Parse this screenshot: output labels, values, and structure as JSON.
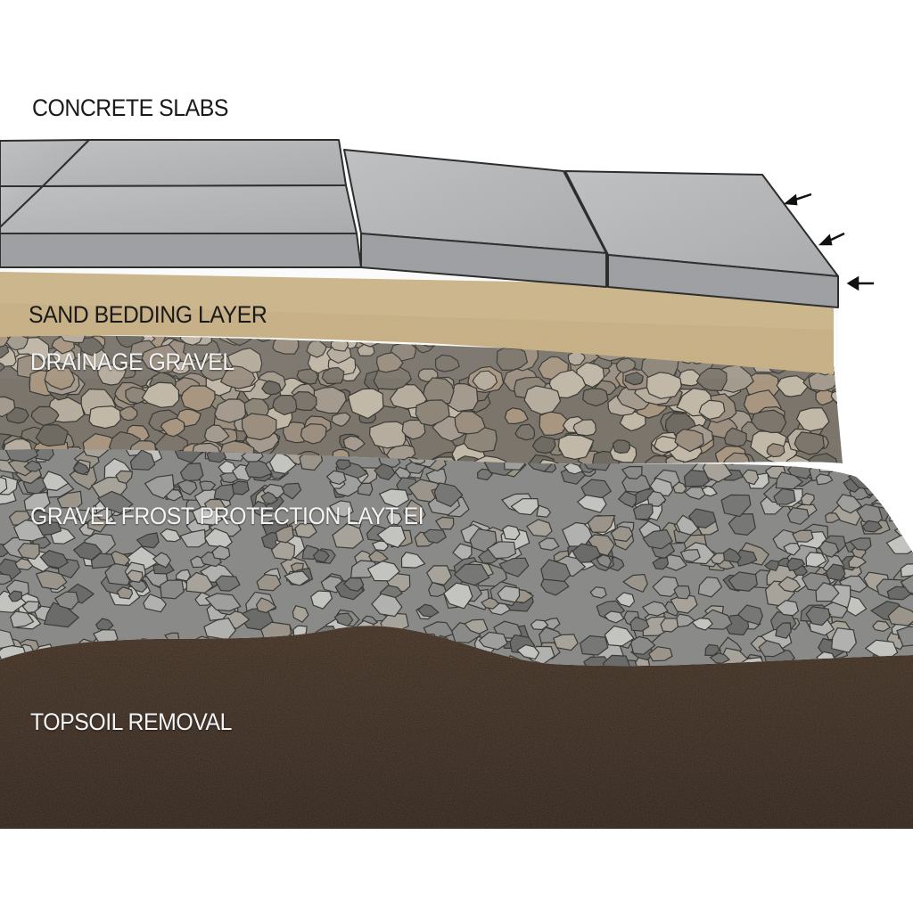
{
  "labels": {
    "concrete_slabs": "CONCRETE SLABS",
    "sand_bedding": "SAND BEDDING LAYER",
    "drainage_gravel": "DRAINAGE GRAVEL",
    "frost_protection": "GRAVEL FROST  PROTECTION LAYT EI",
    "topsoil": "TOPSOIL REMOVAL"
  },
  "colors": {
    "slab_top": "#b3b5b7",
    "slab_front": "#9c9ea1",
    "slab_edge": "#2b2b2b",
    "sand": "#cdb68a",
    "sand_front": "#c2aa7b",
    "drainage_gravel": "#7a746b",
    "frost_gravel": "#8d8e8c",
    "topsoil": "#3b2a1d"
  },
  "icons": [
    "arrow-icon",
    "arrow-icon",
    "arrow-icon"
  ]
}
